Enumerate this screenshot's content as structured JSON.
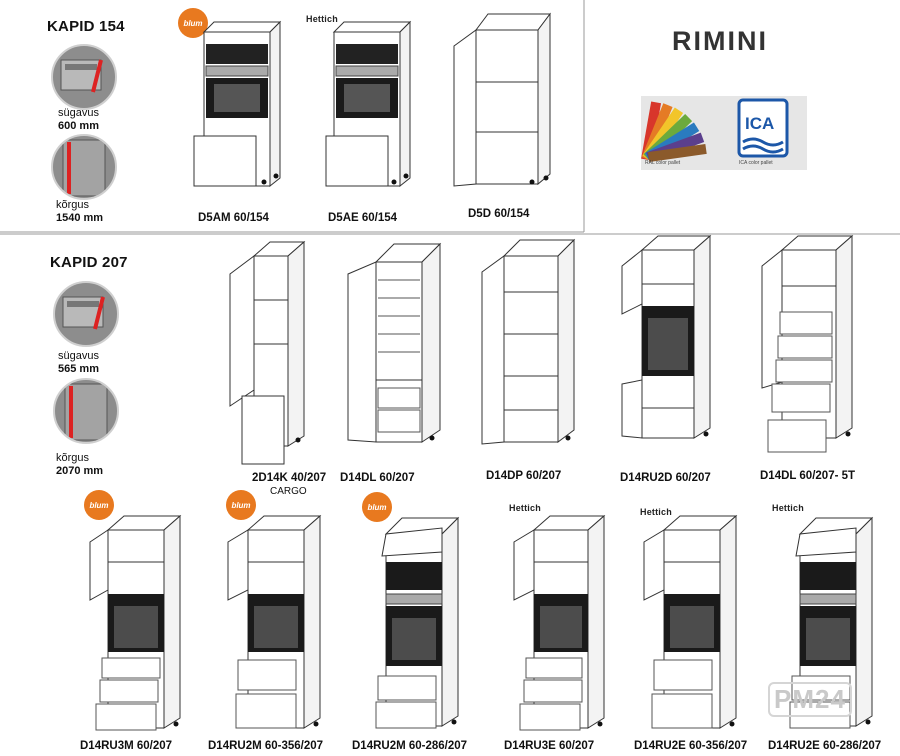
{
  "brand": "RIMINI",
  "sections": {
    "kapid154": {
      "title": "KAPID 154",
      "depth_label": "sügavus",
      "depth_value": "600 mm",
      "height_label": "kõrgus",
      "height_value": "1540 mm"
    },
    "kapid207": {
      "title": "KAPID 207",
      "depth_label": "sügavus",
      "depth_value": "565 mm",
      "height_label": "kõrgus",
      "height_value": "2070 mm"
    }
  },
  "badges": {
    "blum": "blum",
    "hettich": "Hettich"
  },
  "logos": {
    "ica": "ICA",
    "ral_caption": "RAL color pallet",
    "ica_caption": "ICA color pallet",
    "watermark": "PM24"
  },
  "row1": [
    {
      "label": "D5AM 60/154",
      "badge": "blum"
    },
    {
      "label": "D5AE 60/154",
      "badge": "Hettich"
    },
    {
      "label": "D5D 60/154",
      "badge": ""
    }
  ],
  "row2": [
    {
      "label": "2D14K 40/207",
      "sub": "CARGO"
    },
    {
      "label": "D14DL 60/207"
    },
    {
      "label": "D14DP 60/207"
    },
    {
      "label": "D14RU2D 60/207"
    },
    {
      "label": "D14DL 60/207- 5T"
    }
  ],
  "row3": [
    {
      "label": "D14RU3M 60/207",
      "badge": "blum"
    },
    {
      "label": "D14RU2M 60-356/207",
      "badge": "blum"
    },
    {
      "label": "D14RU2M 60-286/207",
      "badge": "blum"
    },
    {
      "label": "D14RU3E 60/207",
      "badge": "Hettich"
    },
    {
      "label": "D14RU2E 60-356/207",
      "badge": "Hettich"
    },
    {
      "label": "D14RU2E 60-286/207",
      "badge": "Hettich"
    }
  ]
}
